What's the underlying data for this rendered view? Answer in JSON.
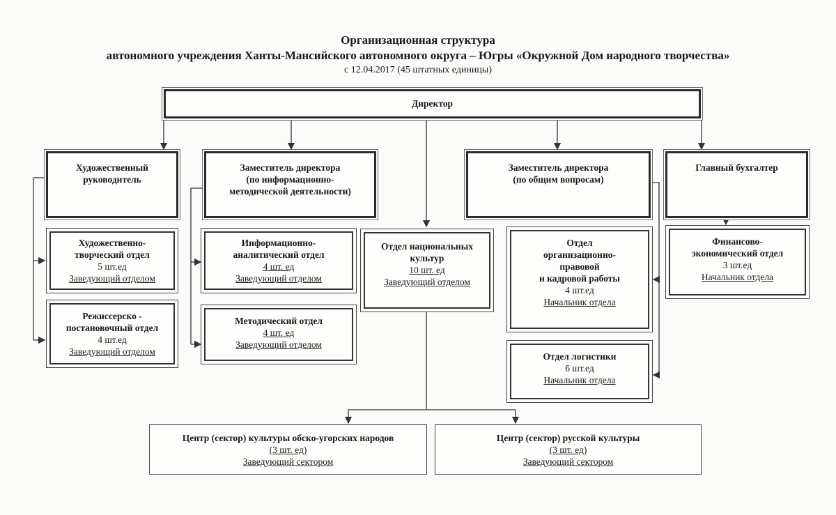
{
  "header": {
    "title": "Организационная структура",
    "subtitle": "автономного учреждения Ханты-Мансийского автономного округа – Югры «Окружной Дом народного творчества»",
    "date_note": "с 12.04.2017 (45 штатных единицы)"
  },
  "director": {
    "label": "Директор"
  },
  "art_director": {
    "lines": [
      "Художественный",
      "руководитель"
    ]
  },
  "deputy_info": {
    "lines": [
      "Заместитель директора",
      "(по информационно-",
      "методической деятельности)"
    ]
  },
  "deputy_general": {
    "lines": [
      "Заместитель директора",
      "(по общим вопросам)"
    ]
  },
  "chief_accountant": {
    "label": "Главный бухгалтер"
  },
  "depts": {
    "art_creative": {
      "name1": "Художественно-",
      "name2": "творческий отдел",
      "units": "5 шт.ед",
      "head": "Заведующий отделом"
    },
    "directing": {
      "name1": "Режиссерско -",
      "name2": "постановочный отдел",
      "units": "4 шт.ед",
      "head": "Заведующий отделом"
    },
    "info_analytic": {
      "name1": "Информационно-",
      "name2": "аналитический отдел",
      "units": "4 шт. ед",
      "head": "Заведующий отделом"
    },
    "methodical": {
      "name1": "Методический отдел",
      "units": "4 шт. ед",
      "head": "Заведующий отделом"
    },
    "national": {
      "name1": "Отдел национальных",
      "name2": "культур",
      "units": "10 шт. ед",
      "head": "Заведующий отделом"
    },
    "org_legal": {
      "name1": "Отдел",
      "name2": "организационно-",
      "name3": "правовой",
      "name4": "и кадровой работы",
      "units": "4 шт.ед",
      "head": "Начальник отдела"
    },
    "logistics": {
      "name1": "Отдел логистики",
      "units": "6 шт.ед",
      "head": "Начальник отдела"
    },
    "finance": {
      "name1": "Финансово-",
      "name2": "экономический отдел",
      "units": "3 шт.ед",
      "head": "Начальник отдела"
    }
  },
  "centers": {
    "ob_ugric": {
      "name": "Центр (сектор) культуры обско-угорских народов",
      "units": "(3 шт. ед)",
      "head": "Заведующий сектором"
    },
    "russian": {
      "name": "Центр (сектор) русской культуры",
      "units": "(3 шт. ед)",
      "head": "Заведующий сектором"
    }
  }
}
